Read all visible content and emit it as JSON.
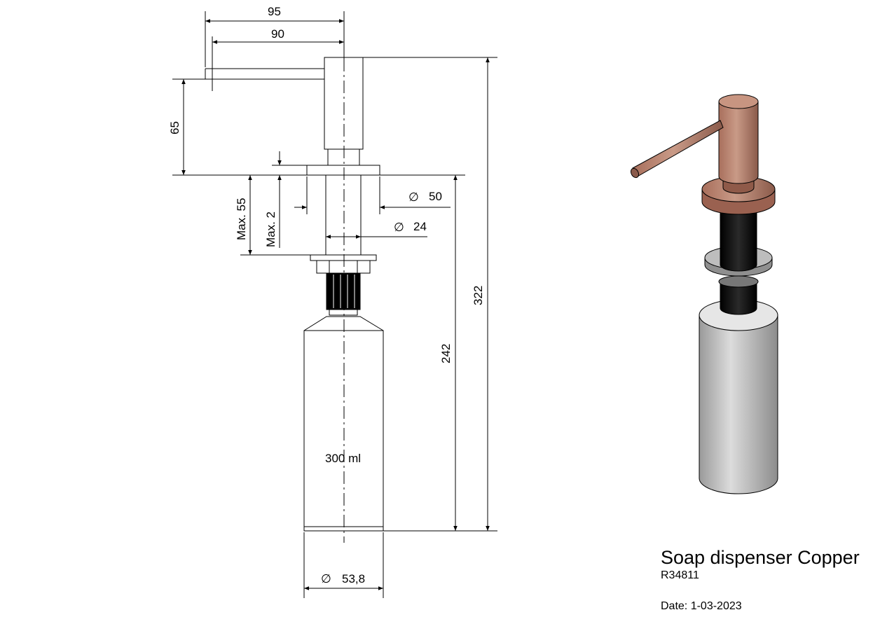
{
  "dimensions": {
    "spout_reach_outer": "95",
    "spout_reach_inner": "90",
    "spout_height": "65",
    "max_counter_thickness": "Max.  55",
    "max_2": "Max. 2",
    "flange_diameter": "50",
    "shank_diameter": "24",
    "below_counter_length": "242",
    "overall_height": "322",
    "bottle_diameter": "53,8",
    "bottle_volume": "300 ml",
    "diameter_symbol": "∅"
  },
  "product": {
    "title": "Soap dispenser Copper",
    "code": "R34811",
    "date": "Date: 1-03-2023"
  },
  "colors": {
    "copper": "#b98572",
    "black_shank": "#111111",
    "bottle": "#cfcfcf"
  }
}
